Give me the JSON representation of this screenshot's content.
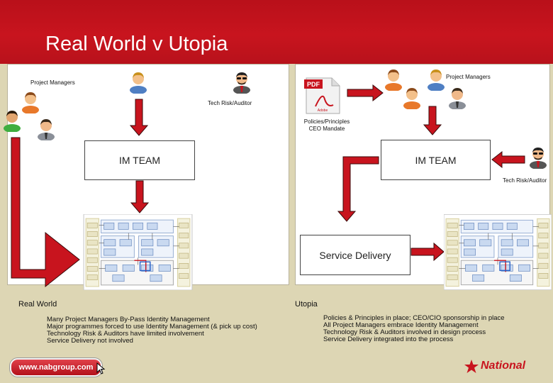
{
  "title": "Real World v Utopia",
  "left_panel": {
    "project_managers_label": "Project Managers",
    "tech_risk_label": "Tech Risk/Auditor",
    "im_team_label": "IM TEAM"
  },
  "right_panel": {
    "project_managers_label": "Project Managers",
    "policies_label_line1": "Policies/Principles",
    "policies_label_line2": "CEO Mandate",
    "pdf_icon_text": "PDF",
    "pdf_brand_text": "Adobe",
    "im_team_label": "IM TEAM",
    "tech_risk_label": "Tech Risk/Auditor",
    "service_delivery_label": "Service Delivery"
  },
  "real_world": {
    "heading": "Real World",
    "notes": [
      "Many Project Managers By-Pass Identity Management",
      "Major programmes forced to use Identity Management (& pick up cost)",
      "Technology Risk & Auditors have limited involvement",
      "Service Delivery not involved"
    ]
  },
  "utopia": {
    "heading": "Utopia",
    "notes": [
      "Policies & Principles in place; CEO/CIO sponsorship in place",
      "All Project Managers embrace Identity Management",
      "Technology Risk & Auditors involved in design process",
      "Service Delivery integrated into the process"
    ]
  },
  "footer": {
    "url_button": "www.nabgroup.com",
    "logo_text": "National"
  },
  "colors": {
    "banner": "#c8141e",
    "arrow": "#c8141e",
    "background": "#ddd6b4"
  },
  "icons": [
    "person-icon",
    "auditor-icon",
    "pdf-icon",
    "architecture-diagram-thumbnail",
    "cursor-icon",
    "star-logo-icon"
  ]
}
